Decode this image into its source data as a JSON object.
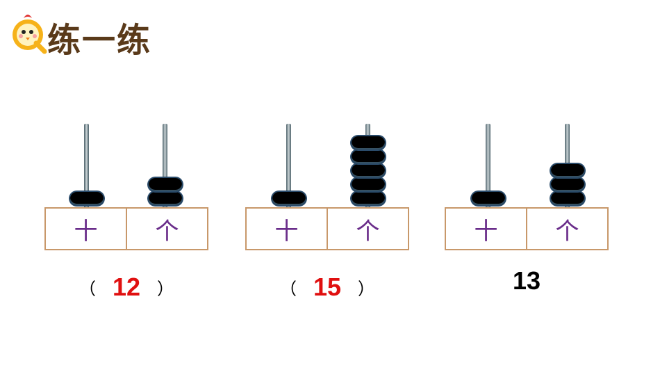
{
  "header": {
    "title": "练一练",
    "logo_icon": "q-chick-logo-icon"
  },
  "abacuses": [
    {
      "tens_label": "十",
      "ones_label": "个",
      "tens_beads": 1,
      "ones_beads": 2,
      "answer": "12"
    },
    {
      "tens_label": "十",
      "ones_label": "个",
      "tens_beads": 1,
      "ones_beads": 5,
      "answer": "15"
    },
    {
      "tens_label": "十",
      "ones_label": "个",
      "tens_beads": 1,
      "ones_beads": 3,
      "answer": "13"
    }
  ],
  "paren_open": "（",
  "paren_close": "）",
  "colors": {
    "bead": "#000000",
    "box_border": "#c8986a",
    "label": "#6a2d8a",
    "answer_red": "#e01010"
  }
}
